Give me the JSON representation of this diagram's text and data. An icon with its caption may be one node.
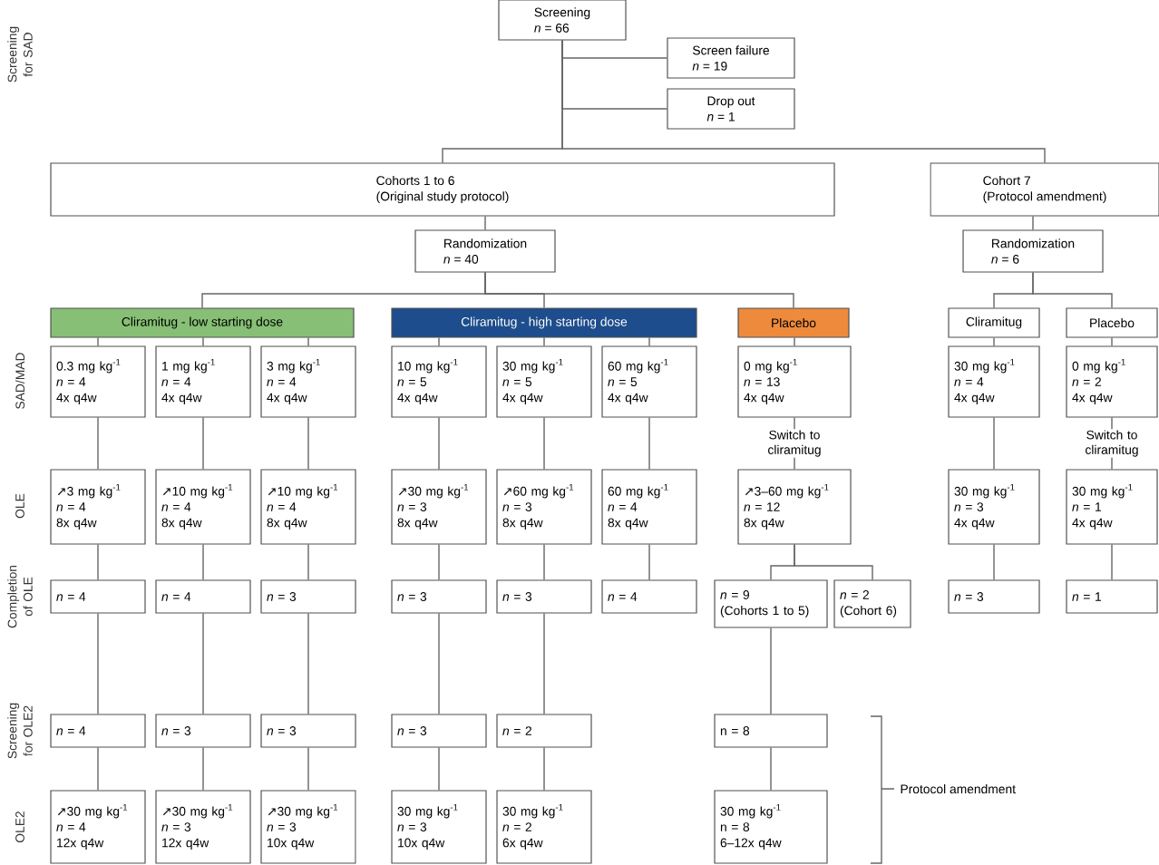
{
  "diagram": {
    "nodes": [
      {
        "text": [
          "Screening",
          "*n* = 66"
        ]
      },
      {
        "text": [
          "Screen failure",
          "*n* = 19"
        ]
      },
      {
        "text": [
          "Drop out",
          "*n* = 1"
        ]
      },
      {
        "text": [
          "Cohorts 1 to 6",
          "(Original study protocol)"
        ]
      },
      {
        "text": [
          "Cohort 7",
          "(Protocol amendment)"
        ]
      },
      {
        "text": [
          "Randomization",
          "*n* = 40"
        ]
      },
      {
        "text": [
          "Randomization",
          "*n* = 6"
        ]
      },
      {
        "text": [
          "Cliramitug - low starting dose"
        ]
      },
      {
        "text": [
          "Cliramitug - high starting dose"
        ]
      },
      {
        "text": [
          "Placebo"
        ]
      },
      {
        "text": [
          "Cliramitug"
        ]
      },
      {
        "text": [
          "Placebo"
        ]
      },
      {
        "text": [
          "0.3 mg kg$^{-1}$",
          "*n* = 4",
          "4x q4w"
        ]
      },
      {
        "text": [
          "1 mg kg$^{-1}$",
          "*n* = 4",
          "4x q4w"
        ]
      },
      {
        "text": [
          "3 mg kg$^{-1}$",
          "*n* = 4",
          "4x q4w"
        ]
      },
      {
        "text": [
          "10 mg kg$^{-1}$",
          "*n* = 5",
          "4x q4w"
        ]
      },
      {
        "text": [
          "30 mg kg$^{-1}$",
          "*n* = 5",
          "4x q4w"
        ]
      },
      {
        "text": [
          "60 mg kg$^{-1}$",
          "*n* = 5",
          "4x q4w"
        ]
      },
      {
        "text": [
          "0 mg kg$^{-1}$",
          "*n* = 13",
          "4x q4w"
        ]
      },
      {
        "text": [
          "30 mg kg$^{-1}$",
          "*n* = 4",
          "4x q4w"
        ]
      },
      {
        "text": [
          "0 mg kg$^{-1}$",
          "*n* = 2",
          "4x q4w"
        ]
      },
      {
        "text": [
          "↗3 mg kg$^{-1}$",
          "*n* = 4",
          "8x q4w"
        ]
      },
      {
        "text": [
          "↗10 mg kg$^{-1}$",
          "*n* = 4",
          "8x q4w"
        ]
      },
      {
        "text": [
          "↗10 mg kg$^{-1}$",
          "*n* = 4",
          "8x q4w"
        ]
      },
      {
        "text": [
          "↗30 mg kg$^{-1}$",
          "*n* = 3",
          "8x q4w"
        ]
      },
      {
        "text": [
          "↗60 mg kg$^{-1}$",
          "*n* = 3",
          "8x q4w"
        ]
      },
      {
        "text": [
          "60 mg kg$^{-1}$",
          "*n* = 4",
          "8x q4w"
        ]
      },
      {
        "text": [
          "↗3–60 mg kg$^{-1}$",
          "*n* = 12",
          "8x q4w"
        ]
      },
      {
        "text": [
          "30 mg kg$^{-1}$",
          "*n* = 3",
          "4x q4w"
        ]
      },
      {
        "text": [
          "30 mg kg$^{-1}$",
          "*n* = 1",
          "4x q4w"
        ]
      },
      {
        "text": [
          "*n* = 4"
        ]
      },
      {
        "text": [
          "*n* = 4"
        ]
      },
      {
        "text": [
          "*n* = 3"
        ]
      },
      {
        "text": [
          "*n* = 3"
        ]
      },
      {
        "text": [
          "*n* = 3"
        ]
      },
      {
        "text": [
          "*n* = 4"
        ]
      },
      {
        "text": [
          "*n* = 9",
          "(Cohorts 1 to 5)"
        ]
      },
      {
        "text": [
          "*n* = 2",
          "(Cohort 6)"
        ]
      },
      {
        "text": [
          "*n* = 3"
        ]
      },
      {
        "text": [
          "*n* = 1"
        ]
      },
      {
        "text": [
          "*n* = 4"
        ]
      },
      {
        "text": [
          "*n* = 3"
        ]
      },
      {
        "text": [
          "*n* = 3"
        ]
      },
      {
        "text": [
          "*n* = 3"
        ]
      },
      {
        "text": [
          "*n* = 2"
        ]
      },
      {
        "text": [
          "n = 8"
        ]
      },
      {
        "text": [
          "↗30 mg kg$^{-1}$",
          "*n* = 4",
          "12x q4w"
        ]
      },
      {
        "text": [
          "↗30 mg kg$^{-1}$",
          "*n* = 3",
          "12x q4w"
        ]
      },
      {
        "text": [
          "↗30 mg kg$^{-1}$",
          "*n* = 3",
          "10x q4w"
        ]
      },
      {
        "text": [
          "30 mg kg$^{-1}$",
          "*n* = 3",
          "10x q4w"
        ]
      },
      {
        "text": [
          "30 mg kg$^{-1}$",
          "*n* = 2",
          "6x q4w"
        ]
      },
      {
        "text": [
          "30 mg kg$^{-1}$",
          "n = 8",
          "6–12x q4w"
        ]
      }
    ],
    "edges": [
      {
        "from": 0,
        "to": 1,
        "arrow": "none"
      },
      {
        "from": 0,
        "to": 2,
        "arrow": "none"
      },
      {
        "from": 0,
        "to": 3,
        "arrow": "none"
      },
      {
        "from": 0,
        "to": 4,
        "arrow": "none"
      },
      {
        "from": 3,
        "to": 5,
        "arrow": "none"
      },
      {
        "from": 4,
        "to": 6,
        "arrow": "none"
      },
      {
        "from": 5,
        "to": 7,
        "arrow": "none"
      },
      {
        "from": 5,
        "to": 8,
        "arrow": "none"
      },
      {
        "from": 5,
        "to": 9,
        "arrow": "none"
      },
      {
        "from": 6,
        "to": 10,
        "arrow": "none"
      },
      {
        "from": 6,
        "to": 11,
        "arrow": "none"
      },
      {
        "from": 7,
        "to": 12,
        "arrow": "none"
      },
      {
        "from": 7,
        "to": 13,
        "arrow": "none"
      },
      {
        "from": 7,
        "to": 14,
        "arrow": "none"
      },
      {
        "from": 8,
        "to": 15,
        "arrow": "none"
      },
      {
        "from": 8,
        "to": 16,
        "arrow": "none"
      },
      {
        "from": 8,
        "to": 17,
        "arrow": "none"
      },
      {
        "from": 9,
        "to": 18,
        "arrow": "none"
      },
      {
        "from": 10,
        "to": 19,
        "arrow": "none"
      },
      {
        "from": 11,
        "to": 20,
        "arrow": "none"
      },
      {
        "from": 12,
        "to": 21,
        "arrow": "none"
      },
      {
        "from": 13,
        "to": 22,
        "arrow": "none"
      },
      {
        "from": 14,
        "to": 23,
        "arrow": "none"
      },
      {
        "from": 15,
        "to": 24,
        "arrow": "none"
      },
      {
        "from": 16,
        "to": 25,
        "arrow": "none"
      },
      {
        "from": 17,
        "to": 26,
        "arrow": "none"
      },
      {
        "from": 18,
        "to": 27,
        "arrow": "none",
        "label": "Switch to cliramitug"
      },
      {
        "from": 19,
        "to": 28,
        "arrow": "none"
      },
      {
        "from": 20,
        "to": 29,
        "arrow": "none",
        "label": "Switch to cliramitug"
      },
      {
        "from": 21,
        "to": 30,
        "arrow": "none"
      },
      {
        "from": 22,
        "to": 31,
        "arrow": "none"
      },
      {
        "from": 23,
        "to": 32,
        "arrow": "none"
      },
      {
        "from": 24,
        "to": 33,
        "arrow": "none"
      },
      {
        "from": 25,
        "to": 34,
        "arrow": "none"
      },
      {
        "from": 26,
        "to": 35,
        "arrow": "none"
      },
      {
        "from": 27,
        "to": 36,
        "arrow": "none"
      },
      {
        "from": 27,
        "to": 37,
        "arrow": "none"
      },
      {
        "from": 28,
        "to": 38,
        "arrow": "none"
      },
      {
        "from": 29,
        "to": 39,
        "arrow": "none"
      },
      {
        "from": 30,
        "to": 40,
        "arrow": "none"
      },
      {
        "from": 31,
        "to": 41,
        "arrow": "none"
      },
      {
        "from": 32,
        "to": 42,
        "arrow": "none"
      },
      {
        "from": 33,
        "to": 43,
        "arrow": "none"
      },
      {
        "from": 34,
        "to": 44,
        "arrow": "none"
      },
      {
        "from": 36,
        "to": 45,
        "arrow": "none"
      },
      {
        "from": 40,
        "to": 46,
        "arrow": "none"
      },
      {
        "from": 41,
        "to": 47,
        "arrow": "none"
      },
      {
        "from": 42,
        "to": 48,
        "arrow": "none"
      },
      {
        "from": 43,
        "to": 49,
        "arrow": "none"
      },
      {
        "from": 44,
        "to": 50,
        "arrow": "none"
      },
      {
        "from": 45,
        "to": 51,
        "arrow": "none"
      }
    ],
    "labels": [
      "Screening for SAD",
      "SAD/MAD",
      "OLE",
      "Completion of OLE",
      "Screening for OLE2",
      "OLE2",
      "Protocol amendment"
    ]
  }
}
